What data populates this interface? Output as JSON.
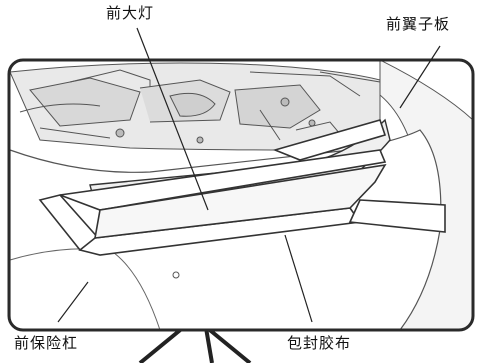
{
  "labels": {
    "headlight": "前大灯",
    "fender": "前翼子板",
    "bumper": "前保险杠",
    "tape": "包封胶布"
  },
  "colors": {
    "line": "#333333",
    "frame": "#2a2a2a",
    "fill": "#ffffff"
  }
}
